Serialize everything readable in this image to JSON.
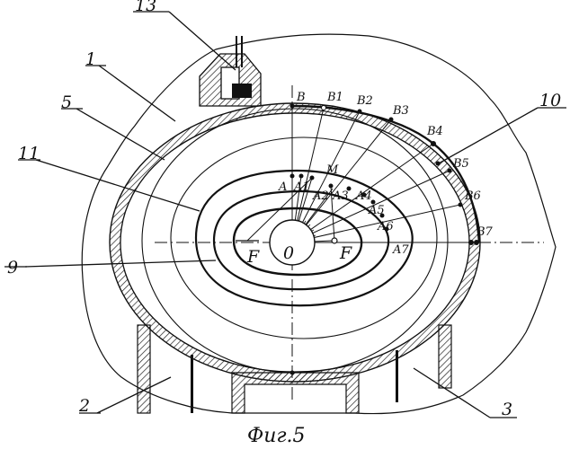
{
  "figure": {
    "caption": "Фиг.5",
    "callouts": [
      "13",
      "1",
      "5",
      "11",
      "9",
      "2",
      "3",
      "10"
    ],
    "outer_points": [
      "B",
      "B1",
      "B2",
      "B3",
      "B4",
      "B5",
      "B6",
      "B7"
    ],
    "inner_points": [
      "A",
      "A1",
      "A2",
      "M",
      "A3",
      "A4",
      "A5",
      "A6",
      "A7"
    ],
    "center_labels": [
      "F",
      "0",
      "F"
    ]
  }
}
